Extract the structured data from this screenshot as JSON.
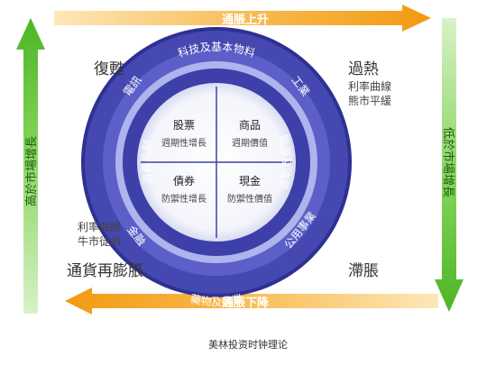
{
  "arrows": {
    "top": "通脹上升",
    "bottom": "通脹下降",
    "left": "高於市場增長",
    "right": "低於市場增長"
  },
  "quadrants": {
    "top_left": "復甦",
    "top_right": "過熱",
    "bottom_left": "通貨再膨脹",
    "bottom_right": "滯脹"
  },
  "notes": {
    "right": [
      "利率曲線",
      "熊市平緩"
    ],
    "left": [
      "利率曲線",
      "牛市徒峭"
    ]
  },
  "outer_ring": {
    "top": "科技及基本物料",
    "top_left": "電訊",
    "top_right": "工業",
    "right": "能源及油氣",
    "bottom_right": "公用事業",
    "bottom": "藥物及農業",
    "bottom_left": "金融",
    "left": "消費品耐"
  },
  "center": {
    "top_left": {
      "title": "股票",
      "sub": "週期性增長"
    },
    "top_right": {
      "title": "商品",
      "sub": "週期價值"
    },
    "bottom_left": {
      "title": "債券",
      "sub": "防禦性增長"
    },
    "bottom_right": {
      "title": "現金",
      "sub": "防禦性價值"
    }
  },
  "caption": "美林投资时钟理论",
  "colors": {
    "orange": "#f5a623",
    "green": "#5cc032",
    "ring_dark": "#2e3192",
    "ring_mid": "#5b5fc7",
    "ring_light": "#aeb4ec"
  }
}
